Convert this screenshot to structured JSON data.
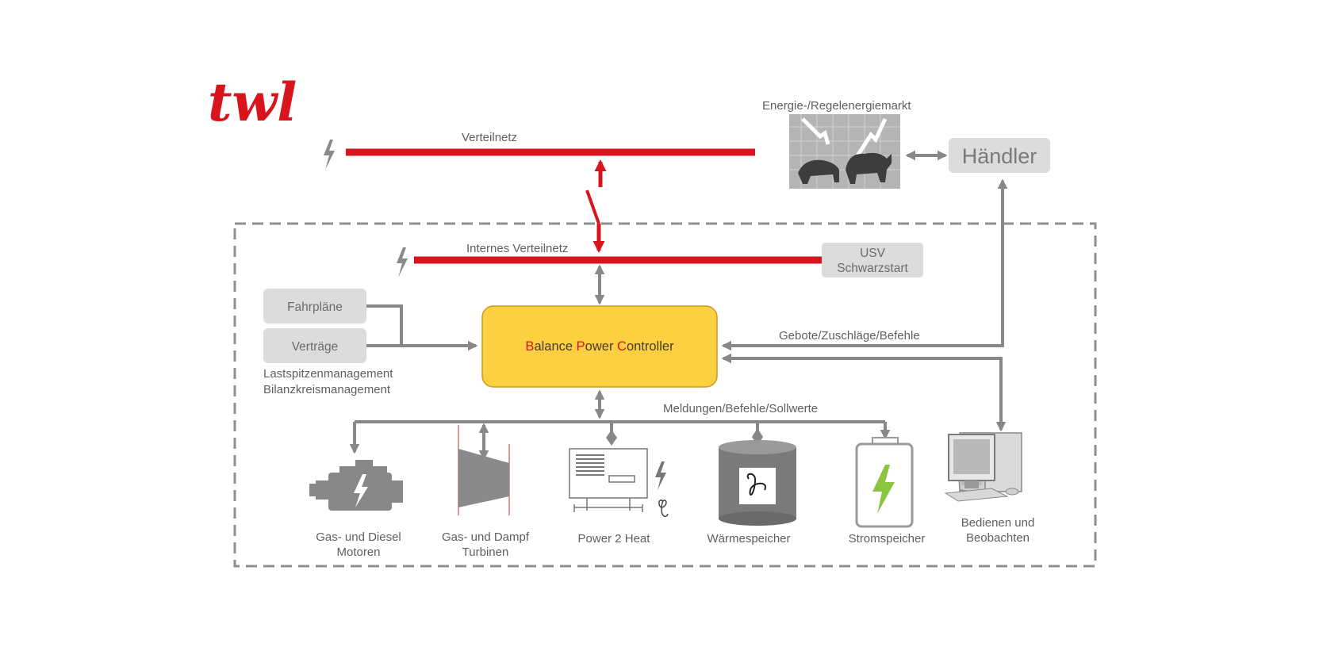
{
  "logo": {
    "text": "twl"
  },
  "colors": {
    "red": "#d8141c",
    "grey_arrow": "#888888",
    "box_grey": "#dcdcdc",
    "controller_fill": "#fcd041"
  },
  "labels": {
    "verteilnetz": "Verteilnetz",
    "internes_verteilnetz": "Internes Verteilnetz",
    "markt": "Energie-/Regelenergiemarkt",
    "haendler": "Händler",
    "usv_line1": "USV",
    "usv_line2": "Schwarzstart",
    "fahrplaene": "Fahrpläne",
    "vertraege": "Verträge",
    "lastspitzen": "Lastspitzenmanagement",
    "bilanzkreis": "Bilanzkreismanagement",
    "gebote": "Gebote/Zuschläge/Befehle",
    "meldungen": "Meldungen/Befehle/Sollwerte"
  },
  "controller": {
    "b": "B",
    "alance": "alance ",
    "p": "P",
    "ower": "ower ",
    "c": "C",
    "ontroller": "ontroller"
  },
  "devices": {
    "motor_line1": "Gas- und Diesel",
    "motor_line2": "Motoren",
    "turbine_line1": "Gas- und Dampf",
    "turbine_line2": "Turbinen",
    "p2h": "Power 2 Heat",
    "waerme": "Wärmespeicher",
    "strom": "Stromspeicher",
    "bedienen_line1": "Bedienen und",
    "bedienen_line2": "Beobachten"
  }
}
